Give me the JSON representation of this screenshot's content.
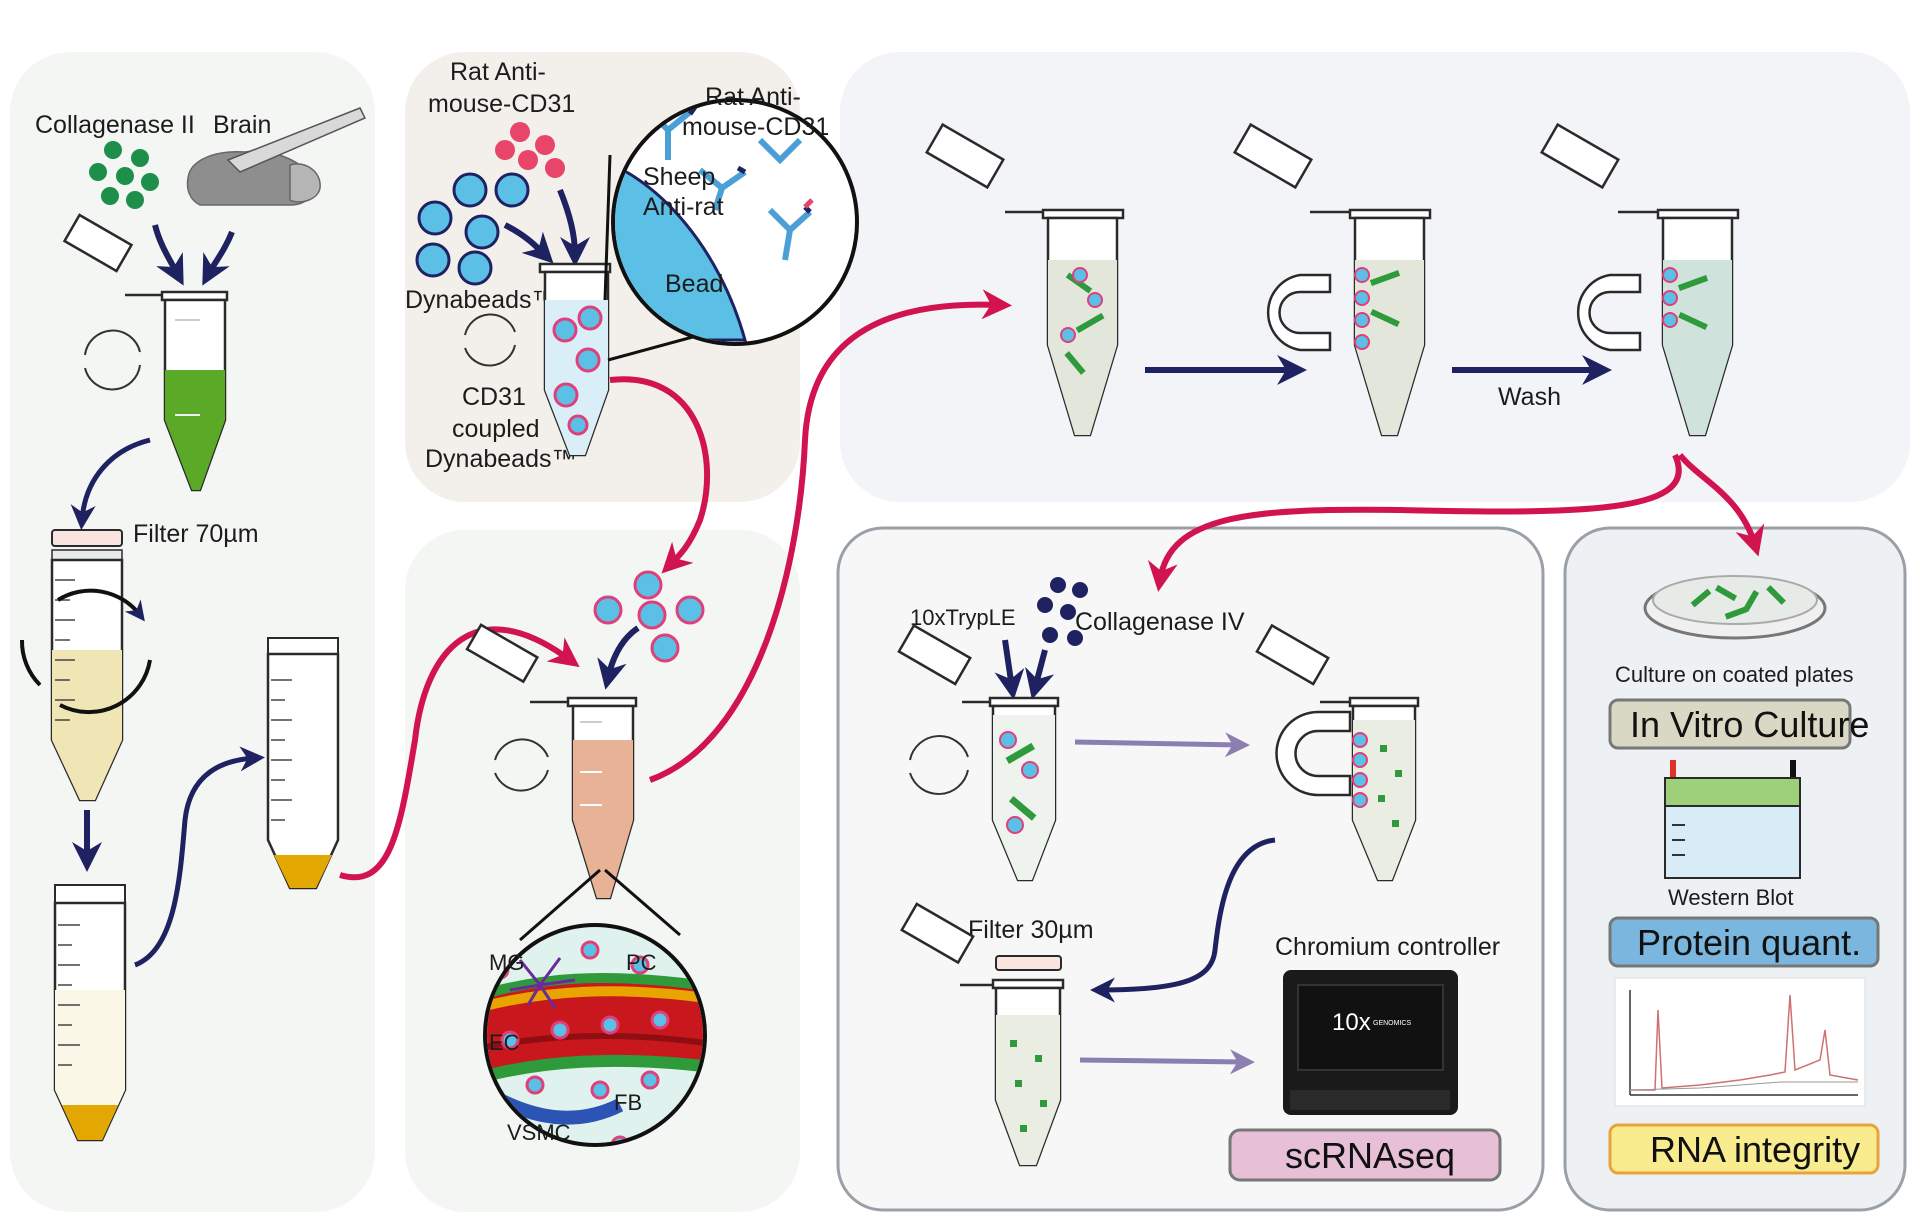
{
  "labels": {
    "collagenase_ii": "Collagenase II",
    "brain": "Brain",
    "filter_70": "Filter 70µm",
    "rat_anti_1a": "Rat Anti-",
    "rat_anti_1b": "mouse-CD31",
    "dynabeads": "Dynabeads™",
    "cd31_a": "CD31",
    "cd31_b": "coupled",
    "cd31_c": "Dynabeads™",
    "rat_anti_2a": "Rat Anti-",
    "rat_anti_2b": "mouse-CD31",
    "sheep_a": "Sheep",
    "sheep_b": "Anti-rat",
    "bead": "Bead",
    "wash": "Wash",
    "trypLE": "10xTrypLE",
    "collagenase_iv": "Collagenase IV",
    "filter_30": "Filter 30µm",
    "chromium": "Chromium controller",
    "tenx": "10x",
    "genomics": "GENOMICS",
    "mg": "MG",
    "pc": "PC",
    "ec": "EC",
    "fb": "FB",
    "vsmc": "VSMC",
    "culture": "Culture on coated plates",
    "western": "Western Blot"
  },
  "outputs": {
    "in_vitro": "In Vitro Culture",
    "protein": "Protein quant.",
    "rna": "RNA integrity",
    "scrna": "scRNAseq"
  },
  "colors": {
    "arrow_navy": "#1f2260",
    "arrow_red": "#d1134f",
    "arrow_lavender": "#8a7fb0",
    "bead_blue": "#5bbfe6",
    "bead_rim": "#e0407a",
    "green_cell": "#2e9a3b",
    "pink_dot": "#e8456a"
  }
}
